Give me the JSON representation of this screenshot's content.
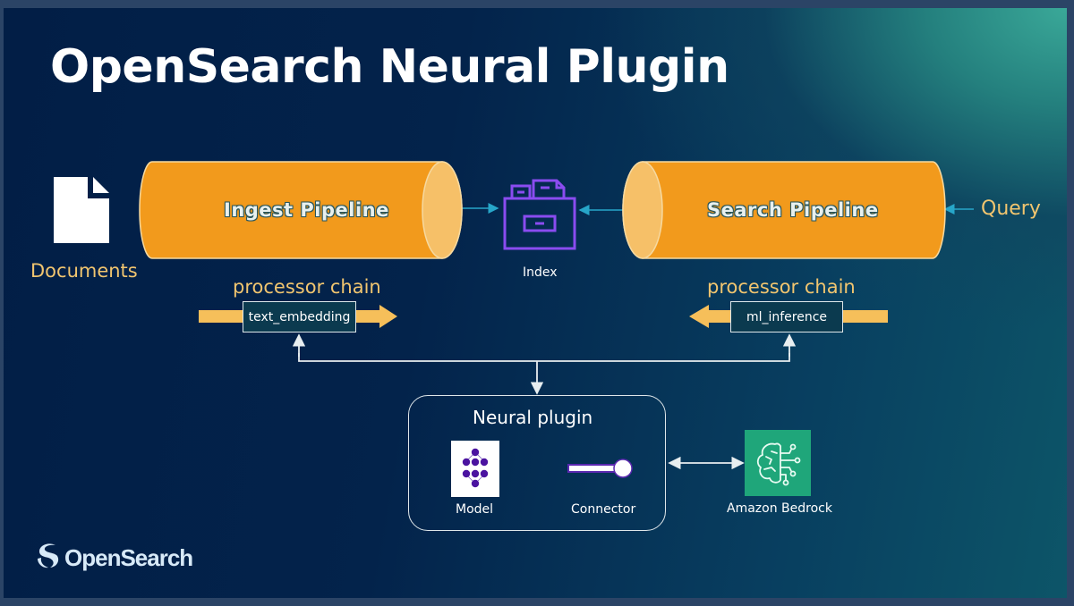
{
  "title": "OpenSearch Neural Plugin",
  "colors": {
    "pipeline_orange": "#f29a1c",
    "pipeline_cap": "#f6c068",
    "label_gold": "#f1c56f",
    "index_purple": "#8a4cf0",
    "arrow_cyan": "#27a6c9",
    "bedrock_green": "#1fa67a",
    "model_purple": "#4b13a0"
  },
  "sources": {
    "documents_label": "Documents",
    "documents_icon": "document-icon",
    "query_label": "Query"
  },
  "pipelines": {
    "ingest": {
      "label": "Ingest Pipeline",
      "chain_label": "processor chain",
      "processor": "text_embedding"
    },
    "search": {
      "label": "Search Pipeline",
      "chain_label": "processor chain",
      "processor": "ml_inference"
    }
  },
  "index": {
    "label": "Index",
    "icon": "file-cabinet-icon"
  },
  "neural_plugin": {
    "title": "Neural plugin",
    "model_label": "Model",
    "model_icon": "neural-network-icon",
    "connector_label": "Connector",
    "connector_icon": "connector-icon"
  },
  "bedrock": {
    "label": "Amazon Bedrock",
    "icon": "brain-circuit-icon"
  },
  "footer": {
    "logo_text": "OpenSearch",
    "logo_icon": "opensearch-logo-icon"
  }
}
